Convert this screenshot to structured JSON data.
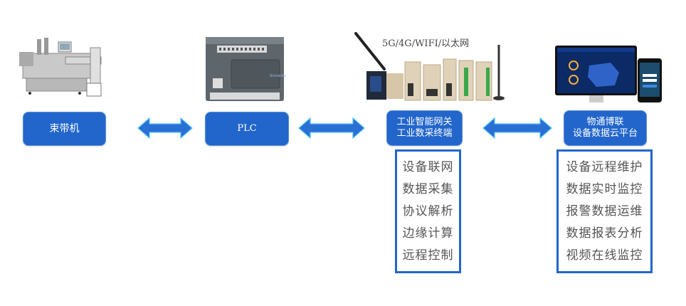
{
  "nodes": {
    "machine": {
      "label": "束带机",
      "image": "strapping-machine"
    },
    "plc": {
      "label": "PLC",
      "image": "plc-controller"
    },
    "gateway": {
      "label_line1": "工业智能网关",
      "label_line2": "工业数采终端",
      "image": "industrial-gateways",
      "network_label": "5G/4G/WIFI/以太网"
    },
    "platform": {
      "label_line1": "物通博联",
      "label_line2": "设备数据云平台",
      "image": "cloud-platform-monitor-phone"
    }
  },
  "arrows": [
    "bidirectional-arrow",
    "bidirectional-arrow",
    "bidirectional-arrow"
  ],
  "gateway_features": [
    "设备联网",
    "数据采集",
    "协议解析",
    "边缘计算",
    "远程控制"
  ],
  "platform_features": [
    "设备远程维护",
    "数据实时监控",
    "报警数据运维",
    "数据报表分析",
    "视频在线监控"
  ],
  "colors": {
    "node_blue": "#2266cc",
    "arrow_blue": "#2a6fd4",
    "arrow_outline": "#4fc3f7"
  }
}
